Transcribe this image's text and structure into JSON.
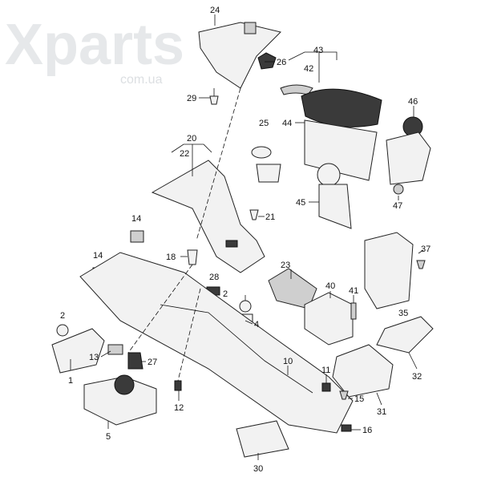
{
  "watermark": {
    "brand": "Xparts",
    "domain": "com.ua"
  },
  "callouts": [
    "24",
    "26",
    "43",
    "42",
    "29",
    "46",
    "25",
    "44",
    "20",
    "22",
    "21",
    "45",
    "47",
    "14",
    "14",
    "18",
    "37",
    "23",
    "28",
    "2",
    "40",
    "41",
    "35",
    "2",
    "4",
    "13",
    "27",
    "10",
    "1",
    "11",
    "32",
    "15",
    "12",
    "31",
    "5",
    "16",
    "30"
  ]
}
